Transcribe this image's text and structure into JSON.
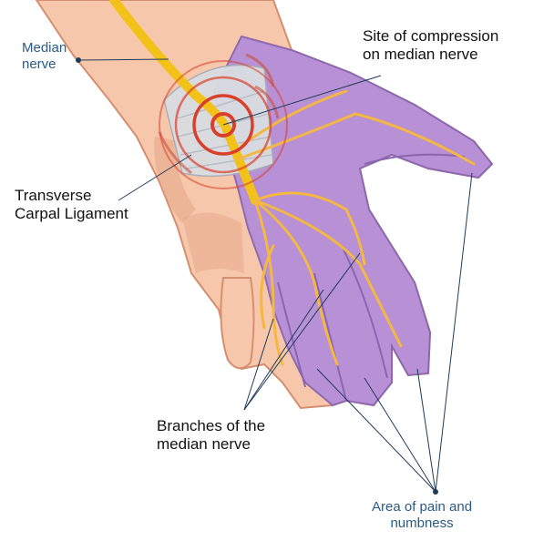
{
  "labels": {
    "median_nerve": [
      "Median",
      "nerve"
    ],
    "compression_site": [
      "Site of compression",
      "on median nerve"
    ],
    "transverse_ligament": [
      "Transverse",
      "Carpal Ligament"
    ],
    "branches": [
      "Branches of the",
      "median nerve"
    ],
    "pain_area": [
      "Area of pain and",
      "numbness"
    ]
  },
  "colors": {
    "skin": "#f6c7aa",
    "skin_shadow": "#e8a98a",
    "affected_zone": "#b48ed8",
    "affected_zone_edge": "#8a66b0",
    "nerve": "#f2c21a",
    "nerve_branch": "#f4b842",
    "ligament": "#d9dde2",
    "compression_rings": "#d9402b",
    "leader_lines": "#1f3b5a",
    "label_blue": "#2a5a86"
  }
}
